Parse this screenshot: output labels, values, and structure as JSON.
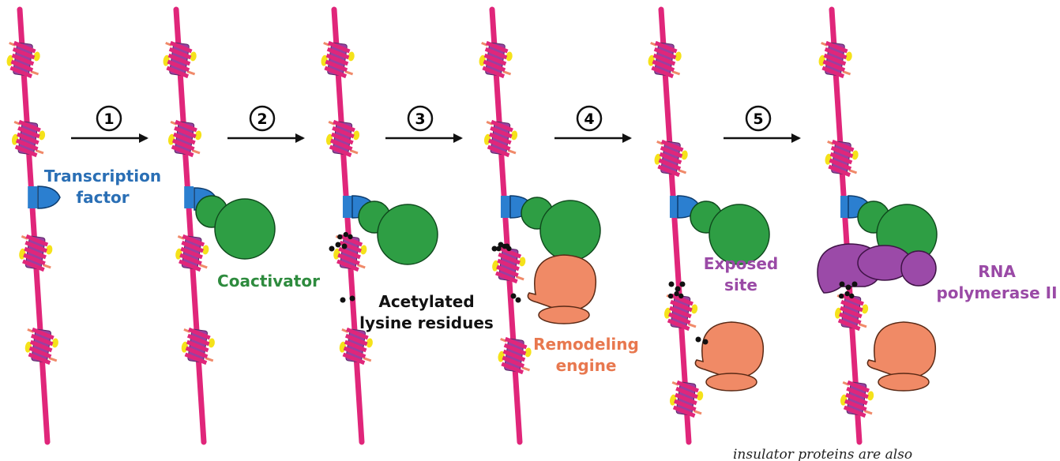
{
  "steps": [
    "1",
    "2",
    "3",
    "4",
    "5"
  ],
  "labels": {
    "transcription_factor": [
      "Transcription",
      "factor"
    ],
    "coactivator": "Coactivator",
    "acetylated": [
      "Acetylated",
      "lysine residues"
    ],
    "remodeling": [
      "Remodeling",
      "engine"
    ],
    "exposed": [
      "Exposed",
      "site"
    ],
    "rna_pol": [
      "RNA",
      "polymerase II"
    ]
  },
  "handwritten_note": "insulator proteins are also",
  "colors": {
    "dna": "#e0267a",
    "histone_core": "#9b3fa0",
    "tail_yellow": "#f5e21a",
    "tail_salmon": "#f08a6a",
    "transcription_factor": "#2b7fd0",
    "coactivator": "#2e9e44",
    "remodeling_engine": "#f08a66",
    "rna_polymerase": "#9b4aa8",
    "acetyl": "#111111",
    "label_blue": "#2a6fb5",
    "label_green": "#2e8b3e",
    "label_orange": "#e8784f",
    "label_purple": "#9a4aa6"
  }
}
